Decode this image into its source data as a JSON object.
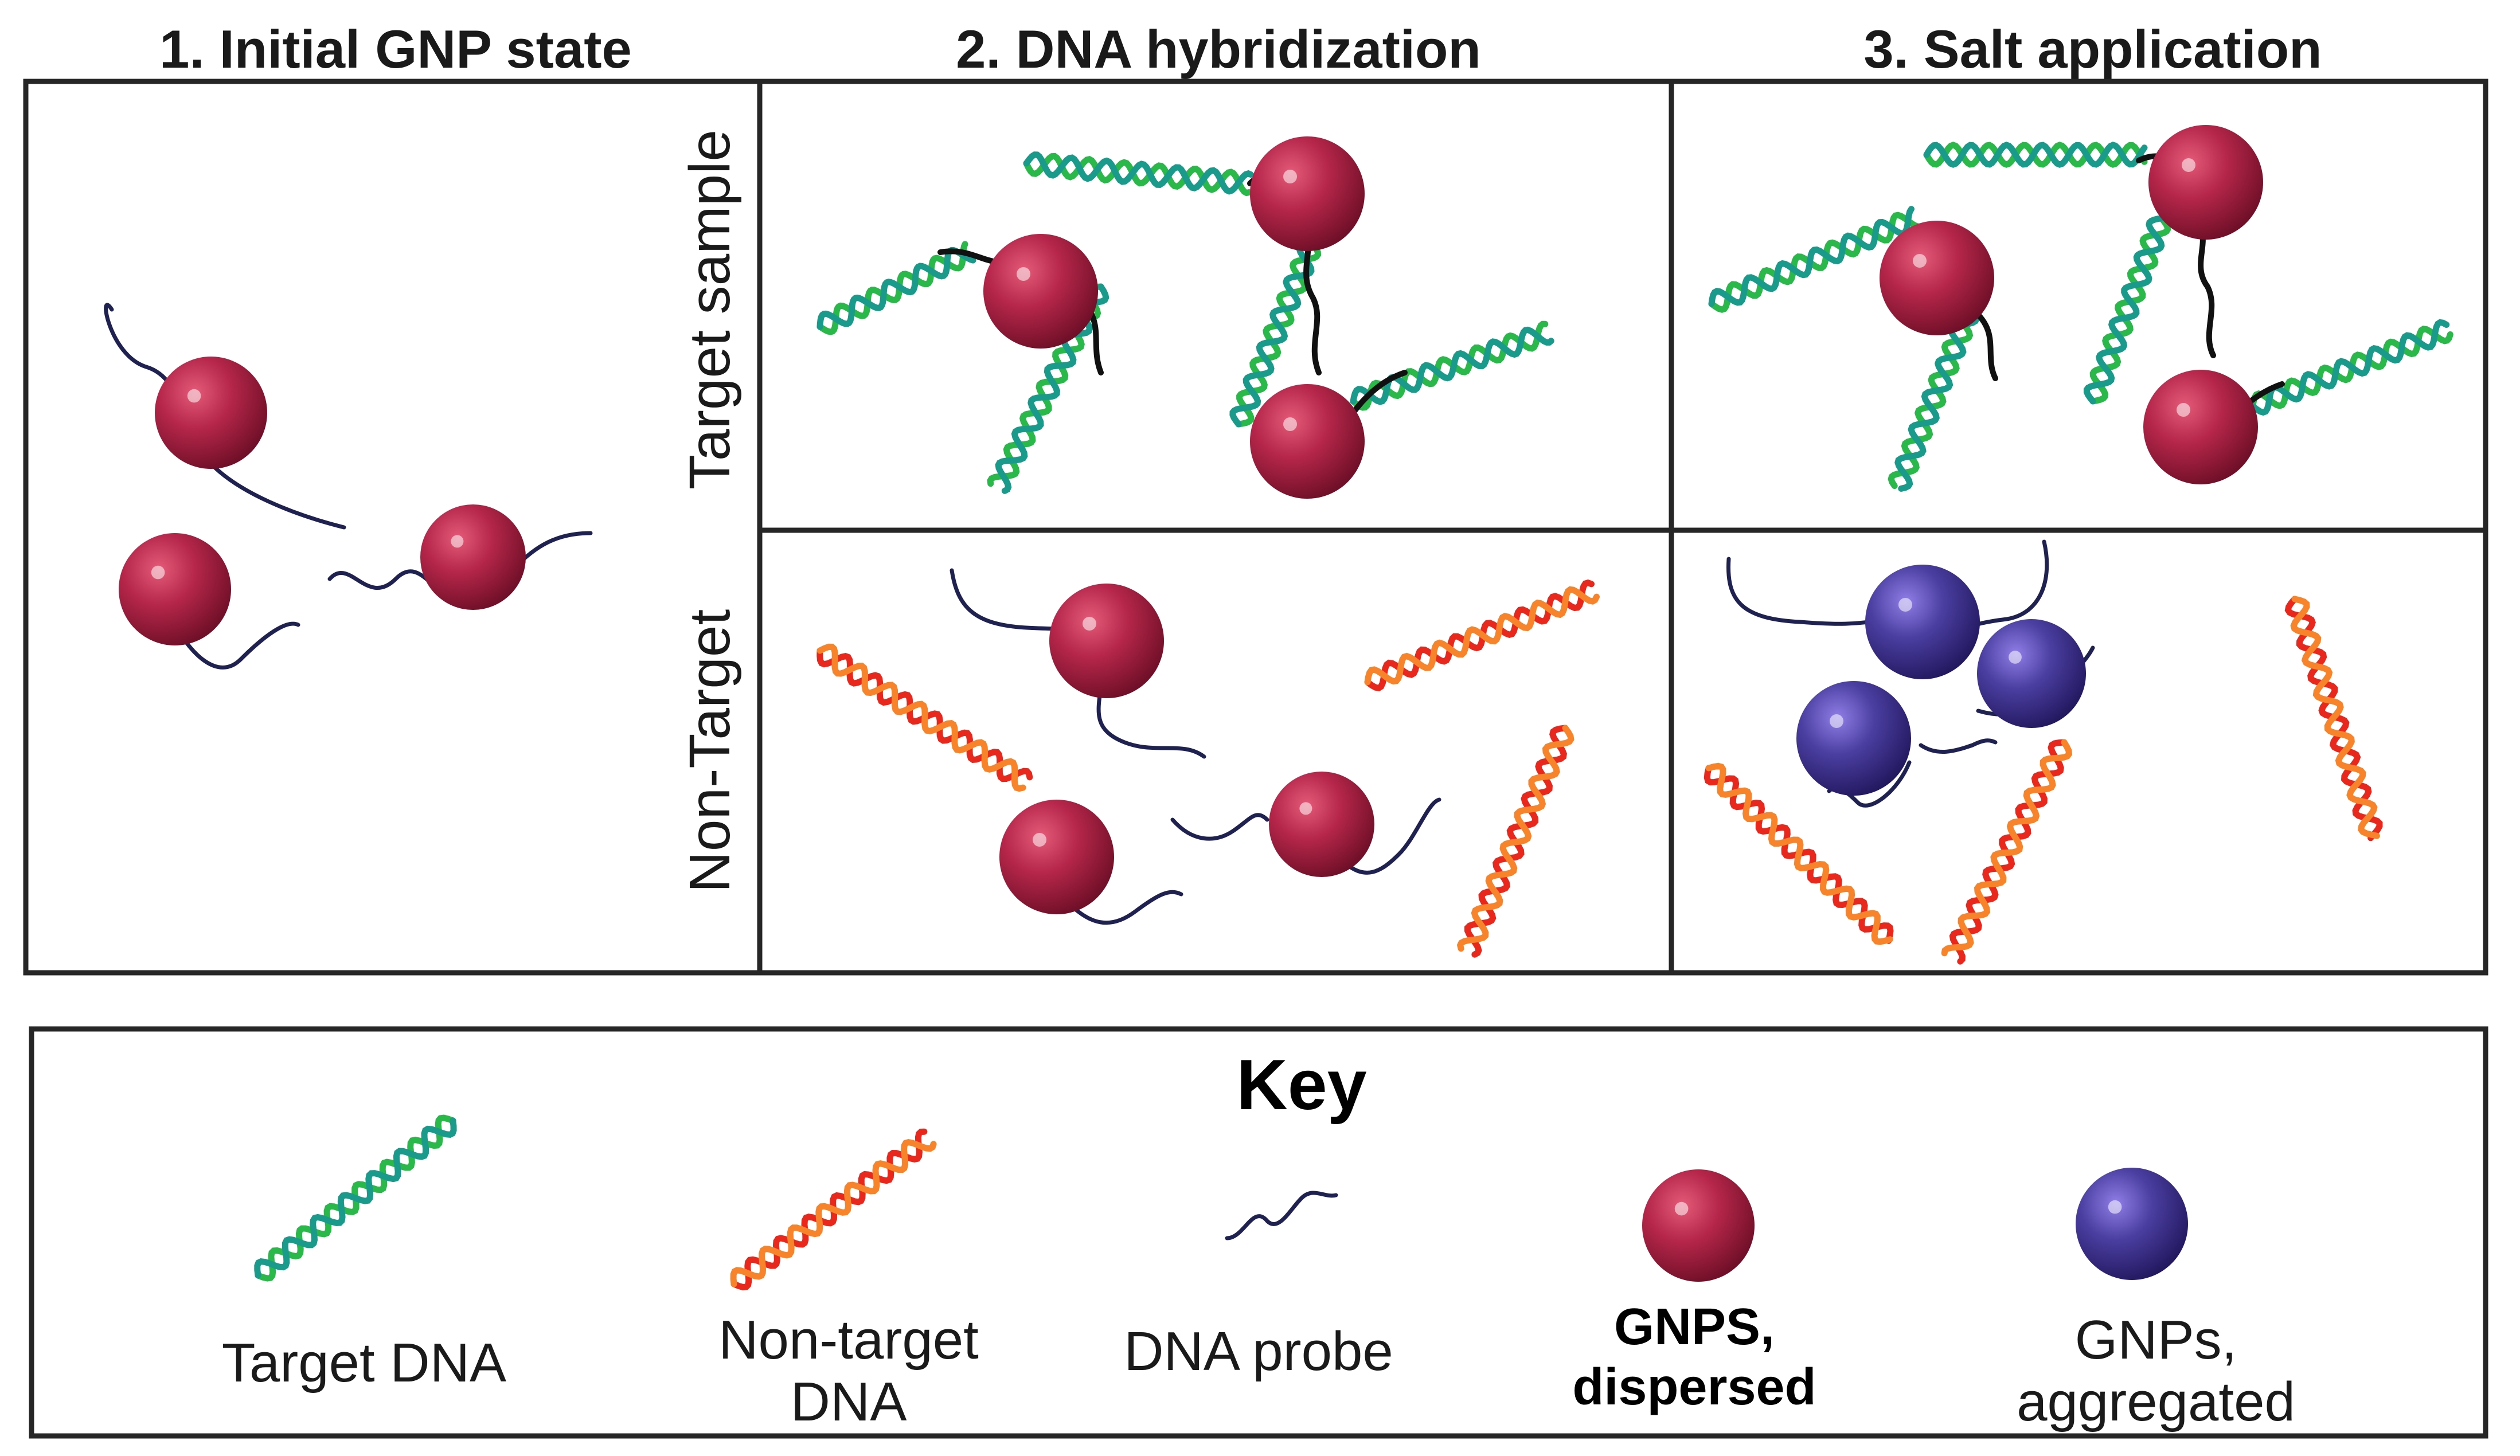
{
  "headers": {
    "step1": "1. Initial GNP state",
    "step2": "2. DNA hybridization",
    "step3": "3. Salt application"
  },
  "row_labels": {
    "target": "Target sample",
    "nontarget": "Non-Target"
  },
  "key": {
    "title": "Key",
    "target_dna": "Target DNA",
    "nontarget_dna_line1": "Non-target",
    "nontarget_dna_line2": "DNA",
    "dna_probe": "DNA probe",
    "gnps_dispersed_line1": "GNPS,",
    "gnps_dispersed_line2": "dispersed",
    "gnps_aggregated_line1": "GNPs,",
    "gnps_aggregated_line2": "aggregated"
  },
  "colors": {
    "gnp_dispersed": "#b5264a",
    "gnp_aggregated": "#4a3ea0",
    "probe": "#1f2250",
    "target_dna_a": "#2bb84a",
    "target_dna_b": "#1a9a8a",
    "nontarget_dna_a": "#e8281c",
    "nontarget_dna_b": "#f7842a",
    "hybrid_link": "#111111"
  }
}
